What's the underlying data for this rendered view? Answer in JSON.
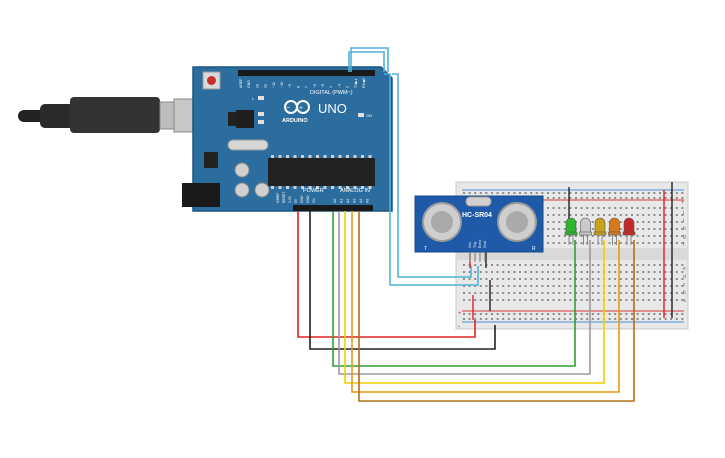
{
  "board": {
    "brand": "ARDUINO",
    "model": "UNO",
    "digital_label": "DIGITAL (PWM~)",
    "power_label": "POWER",
    "analog_label": "ANALOG IN",
    "on_label": "ON",
    "l_label": "L",
    "tx_label": "TX",
    "rx_label": "RX",
    "power_pins": [
      "IOREF",
      "RESET",
      "3.3V",
      "5V",
      "GND",
      "GND",
      "Vin"
    ],
    "analog_pins": [
      "A0",
      "A1",
      "A2",
      "A3",
      "A4",
      "A5"
    ],
    "digital_pins": [
      "AREF",
      "GND",
      "13",
      "12",
      "~11",
      "~10",
      "~9",
      "8",
      "7",
      "~6",
      "~5",
      "4",
      "~3",
      "2",
      "TX▶1",
      "RX◀0"
    ]
  },
  "sensor": {
    "model": "HC-SR04",
    "pins": [
      "Vcc",
      "Trig",
      "Echo",
      "Gnd"
    ],
    "corner_left": "T",
    "corner_right": "R"
  },
  "breadboard": {
    "plus": "+",
    "minus": "-",
    "row_letters_top": [
      "j",
      "i",
      "h",
      "g",
      "f"
    ],
    "row_letters_bottom": [
      "e",
      "d",
      "c",
      "b",
      "a"
    ]
  },
  "leds": [
    {
      "name": "green",
      "color": "#2fb52f"
    },
    {
      "name": "white",
      "color": "#c9c9c9"
    },
    {
      "name": "yellow",
      "color": "#c8a21a"
    },
    {
      "name": "orange",
      "color": "#d77a1b"
    },
    {
      "name": "red",
      "color": "#c62828"
    }
  ],
  "wire_colors": {
    "red": "#e02020",
    "black": "#222222",
    "green": "#2ea12e",
    "gray": "#9a9a9a",
    "yellow": "#f0d000",
    "orange": "#e89a10",
    "brown": "#b07018",
    "cyan": "#4fb3d9"
  }
}
